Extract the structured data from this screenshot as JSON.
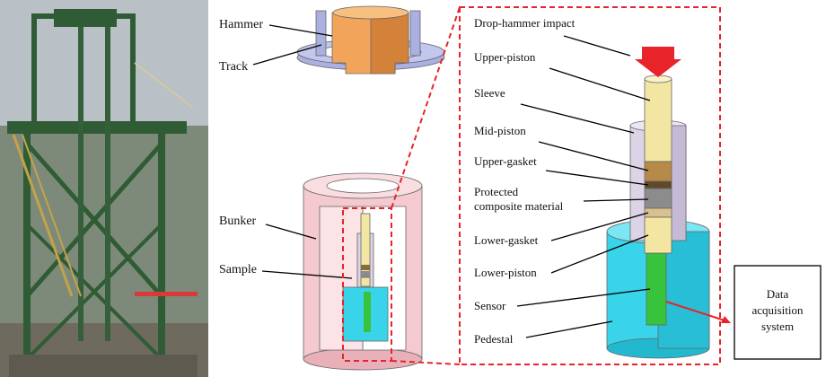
{
  "labels": {
    "hammer": "Hammer",
    "track": "Track",
    "bunker": "Bunker",
    "sample": "Sample",
    "drop_hammer_impact": "Drop-hammer impact",
    "upper_piston": "Upper-piston",
    "sleeve": "Sleeve",
    "mid_piston": "Mid-piston",
    "upper_gasket": "Upper-gasket",
    "protected_line1": "Protected",
    "protected_line2": "composite material",
    "lower_gasket": "Lower-gasket",
    "lower_piston": "Lower-piston",
    "sensor": "Sensor",
    "pedestal": "Pedestal",
    "data_line1": "Data",
    "data_line2": "acquisition",
    "data_line3": "system"
  },
  "colors": {
    "hammer": "#f2a55a",
    "track": "#aab0e0",
    "bunker": "#f4c9cf",
    "piston": "#f3e6a3",
    "sleeve": "#dcd3e6",
    "pedestal": "#3ad4ea",
    "sensor": "#37c43c",
    "gasket": "#8a6a3a",
    "composite": "#8c8c8c",
    "impact_arrow": "#e8232a",
    "dashed_box": "#e8232a"
  }
}
